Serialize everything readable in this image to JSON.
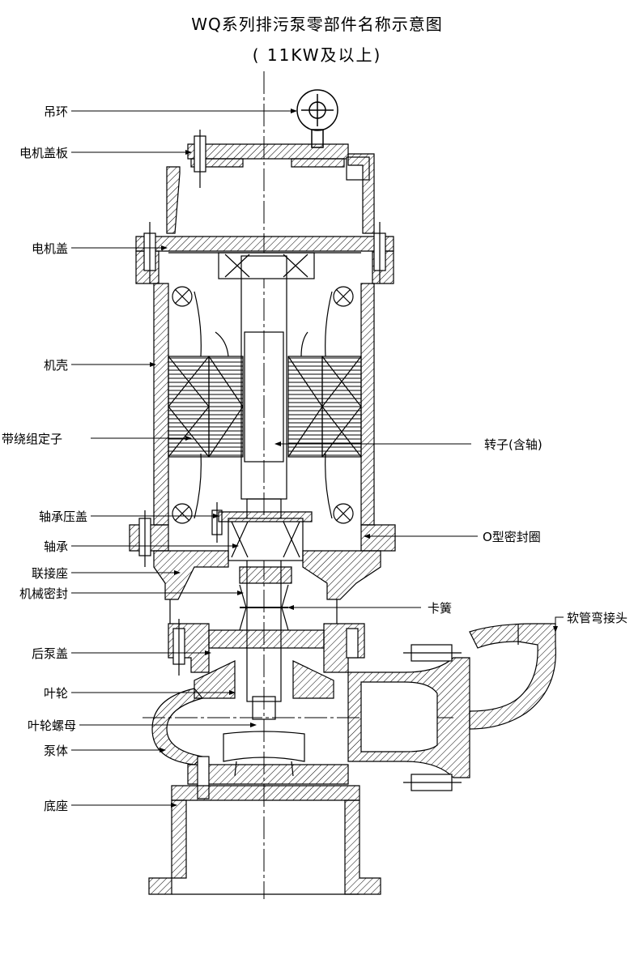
{
  "title": "WQ系列排污泵零部件名称示意图",
  "subtitle": "( 11KW及以上)",
  "labels": {
    "lifting_ring": "吊环",
    "motor_cover_plate": "电机盖板",
    "motor_cover": "电机盖",
    "casing": "机壳",
    "stator": "带绕组定子",
    "rotor": "转子(含轴)",
    "bearing_gland": "轴承压盖",
    "bearing": "轴承",
    "o_ring": "O型密封圈",
    "connecting_seat": "联接座",
    "mechanical_seal": "机械密封",
    "circlip": "卡簧",
    "rear_pump_cover": "后泵盖",
    "hose_elbow": "软管弯接头",
    "impeller": "叶轮",
    "impeller_nut": "叶轮螺母",
    "pump_body": "泵体",
    "base": "底座"
  },
  "colors": {
    "line": "#000000",
    "background": "#ffffff"
  }
}
